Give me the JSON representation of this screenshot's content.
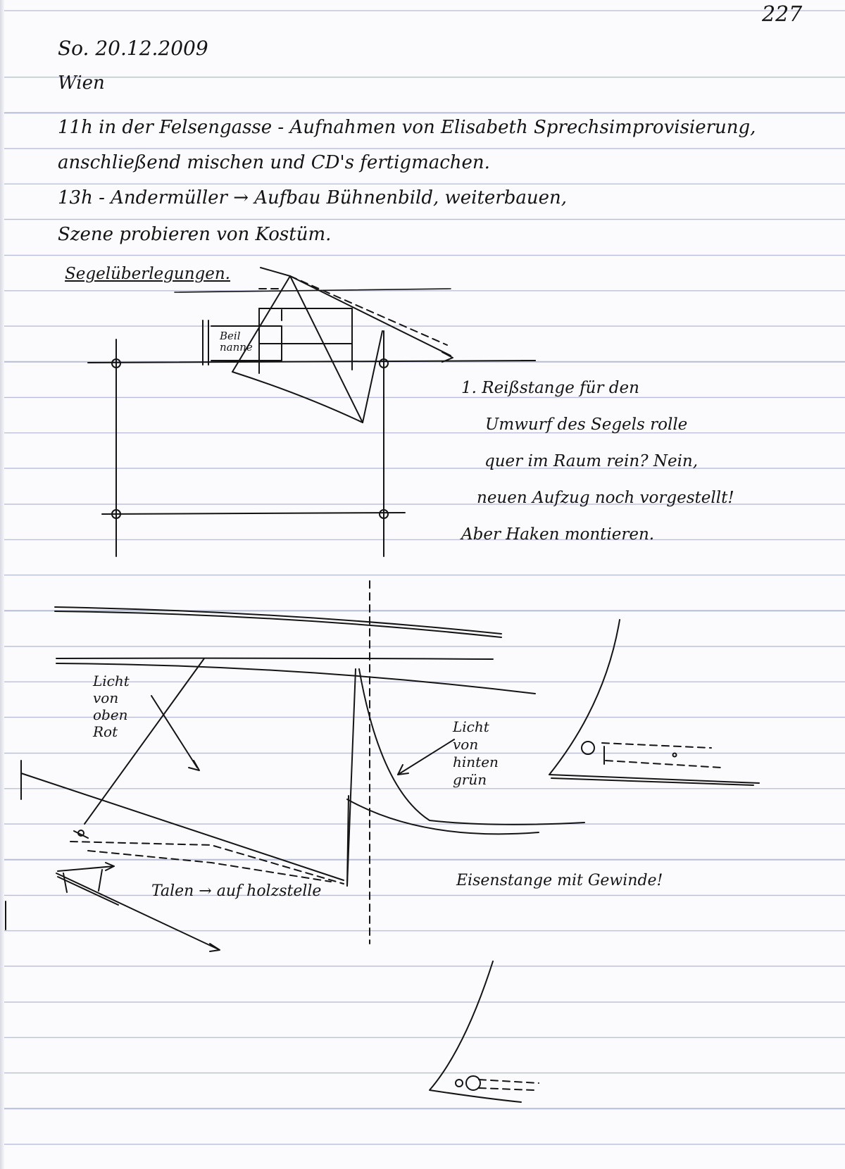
{
  "page": {
    "number": "227",
    "date": "So. 20.12.2009",
    "place": "Wien"
  },
  "entries": [
    "11h in der Felsengasse - Aufnahmen von Elisabeth Sprechsimprovisierung,",
    "anschließend mischen und CD's fertigmachen.",
    "13h - Andermüller → Aufbau Bühnenbild, weiterbauen,",
    "Szene probieren von Kostüm."
  ],
  "sketch": {
    "heading": "Segelüberlegungen.",
    "beil_label": "Beil nanne",
    "note": [
      "1. Reißstange für den",
      "Umwurf des Segels rolle",
      "quer im Raum rein? Nein,",
      "neuen Aufzug noch vorgestellt!",
      "Aber Haken montieren."
    ],
    "licht_oben": "Licht von oben Rot",
    "licht_hinten": "Licht von hinten grün",
    "talen": "Talen → auf holzstelle",
    "eisenstange": "Eisenstange mit Gewinde!"
  }
}
